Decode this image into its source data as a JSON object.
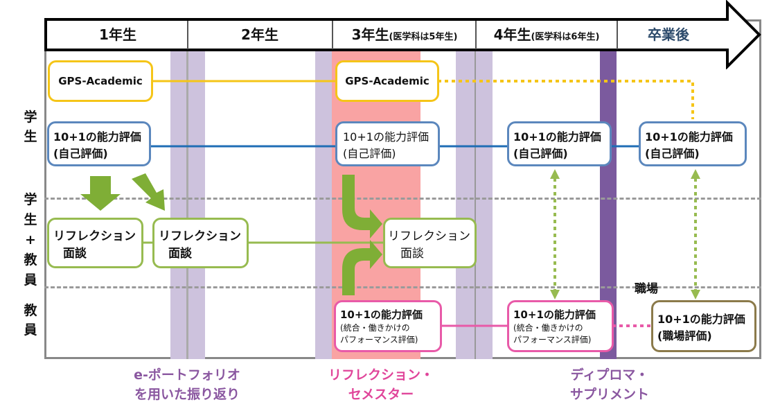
{
  "timeline": {
    "year1": "1年生",
    "year2": "2年生",
    "year3": "3年生",
    "year3_note": "(医学科は5年生)",
    "year4": "4年生",
    "year4_note": "(医学科は6年生)",
    "after": "卒業後"
  },
  "rows": {
    "student": [
      "学",
      "生"
    ],
    "student_faculty": [
      "学",
      "生",
      "+",
      "教",
      "員"
    ],
    "faculty": [
      "教",
      "員"
    ],
    "workplace": "職場"
  },
  "boxes": {
    "gps1": "GPS-Academic",
    "gps2": "GPS-Academic",
    "self1": [
      "10+1の能力評価",
      "(自己評価)"
    ],
    "self2": [
      "10+1の能力評価",
      "(自己評価)"
    ],
    "self3": [
      "10+1の能力評価",
      "(自己評価)"
    ],
    "self4": [
      "10+1の能力評価",
      "(自己評価)"
    ],
    "refl1": [
      "リフレクション",
      "面談"
    ],
    "refl2": [
      "リフレクション",
      "面談"
    ],
    "refl3": [
      "リフレクション",
      "面談"
    ],
    "perf1": [
      "10+1の能力評価",
      "(統合・働きかけの",
      "パフォーマンス評価)"
    ],
    "perf2": [
      "10+1の能力評価",
      "(統合・働きかけの",
      "パフォーマンス評価)"
    ],
    "work": [
      "10+1の能力評価",
      "(職場評価)"
    ]
  },
  "captions": {
    "portfolio": [
      "e-ポートフォリオ",
      "を用いた振り返り"
    ],
    "semester": [
      "リフレクション・",
      "セメスター"
    ],
    "diploma": [
      "ディプロマ・",
      "サプリメント"
    ]
  },
  "colors": {
    "gps": "#f5c518",
    "self": "#1f6db5",
    "self_border": "#5b87bd",
    "refl": "#97bb50",
    "perf": "#e85aa8",
    "work": "#8b7a4a",
    "lavender": "#cbbfdc",
    "dark_purple": "#7b5a9e",
    "semester_pink": "#f9a0a0",
    "caption_purple": "#8a57a0",
    "caption_pink": "#e0459a"
  }
}
